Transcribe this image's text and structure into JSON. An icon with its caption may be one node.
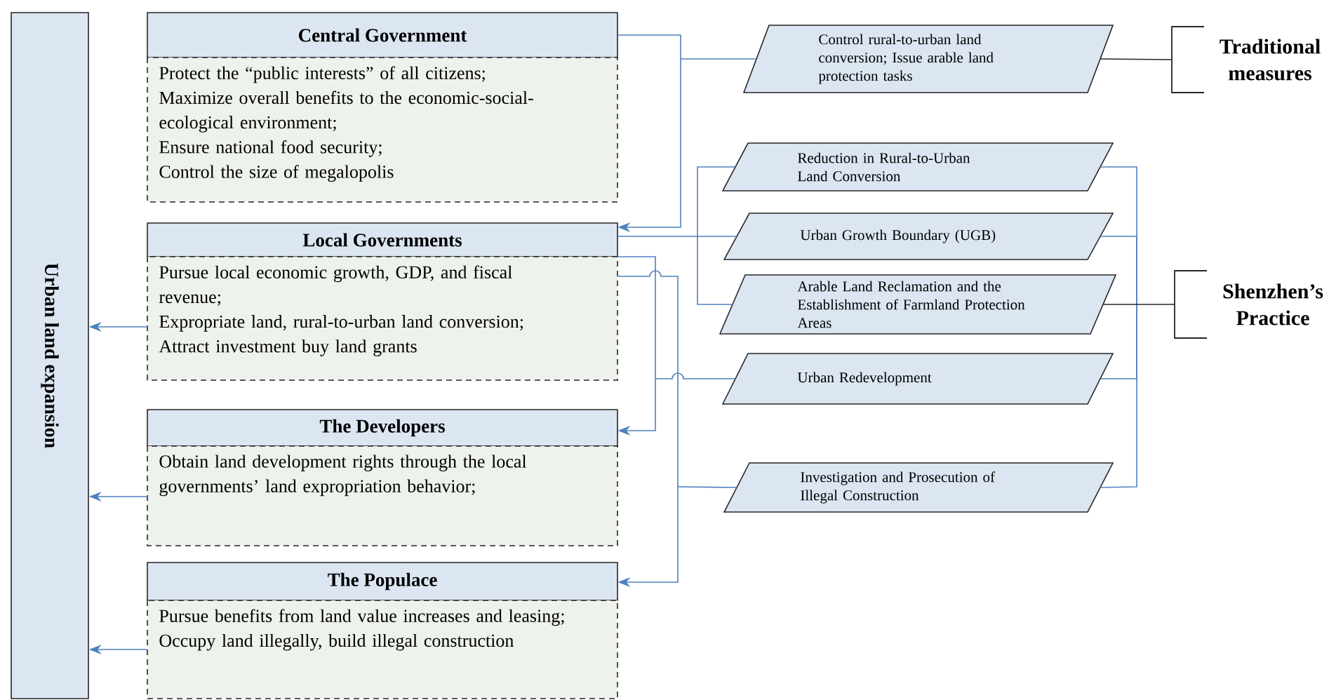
{
  "diagram": {
    "nodes": [
      {
        "text": [
          "Urban land expansion"
        ]
      },
      {
        "text": [
          "Central Government",
          "Protect the “public interests” of all citizens;",
          "Maximize overall benefits to the economic-social-ecological environment;",
          "Ensure national food security;",
          "Control the size of megalopolis"
        ]
      },
      {
        "text": [
          "Local Governments",
          "Pursue local economic growth, GDP, and fiscal revenue;",
          "Expropriate land, rural-to-urban land conversion;",
          "Attract investment buy land grants"
        ]
      },
      {
        "text": [
          "The Developers",
          "Obtain land development rights through the local governments’ land expropriation behavior;"
        ]
      },
      {
        "text": [
          "The Populace",
          "Pursue benefits from land value increases and leasing;",
          "Occupy land illegally, build illegal construction"
        ]
      },
      {
        "text": [
          "Control rural-to-urban land conversion; Issue arable land protection tasks"
        ]
      },
      {
        "text": [
          "Reduction in Rural-to-Urban Land Conversion"
        ]
      },
      {
        "text": [
          "Urban Growth Boundary (UGB)"
        ]
      },
      {
        "text": [
          "Arable Land Reclamation and the Establishment of Farmland Protection Areas"
        ]
      },
      {
        "text": [
          "Urban Redevelopment"
        ]
      },
      {
        "text": [
          "Investigation and Prosecution of Illegal Construction"
        ]
      },
      {
        "text": [
          "Traditional measures"
        ]
      },
      {
        "text": [
          "Shenzhen’s Practice"
        ]
      }
    ],
    "edges": [
      {
        "from": 2,
        "to": 0,
        "arrow": "to"
      },
      {
        "from": 3,
        "to": 0,
        "arrow": "to"
      },
      {
        "from": 4,
        "to": 0,
        "arrow": "to"
      },
      {
        "from": 1,
        "to": 2,
        "arrow": "to"
      },
      {
        "from": 5,
        "to": 2,
        "arrow": "to"
      },
      {
        "from": 2,
        "to": 7,
        "arrow": "none"
      },
      {
        "from": 2,
        "to": 3,
        "arrow": "to"
      },
      {
        "from": 9,
        "to": 3,
        "arrow": "to"
      },
      {
        "from": 2,
        "to": 4,
        "arrow": "to"
      },
      {
        "from": 10,
        "to": 4,
        "arrow": "to"
      },
      {
        "from": 6,
        "to": 8,
        "arrow": "none"
      },
      {
        "from": 11,
        "to": 5,
        "arrow": "none",
        "color": "#262626"
      },
      {
        "from": 12,
        "to": 6,
        "arrow": "none"
      },
      {
        "from": 12,
        "to": 7,
        "arrow": "none"
      },
      {
        "from": 12,
        "to": 8,
        "arrow": "none",
        "color": "#262626"
      },
      {
        "from": 12,
        "to": 9,
        "arrow": "none"
      },
      {
        "from": 12,
        "to": 10,
        "arrow": "none"
      }
    ]
  }
}
